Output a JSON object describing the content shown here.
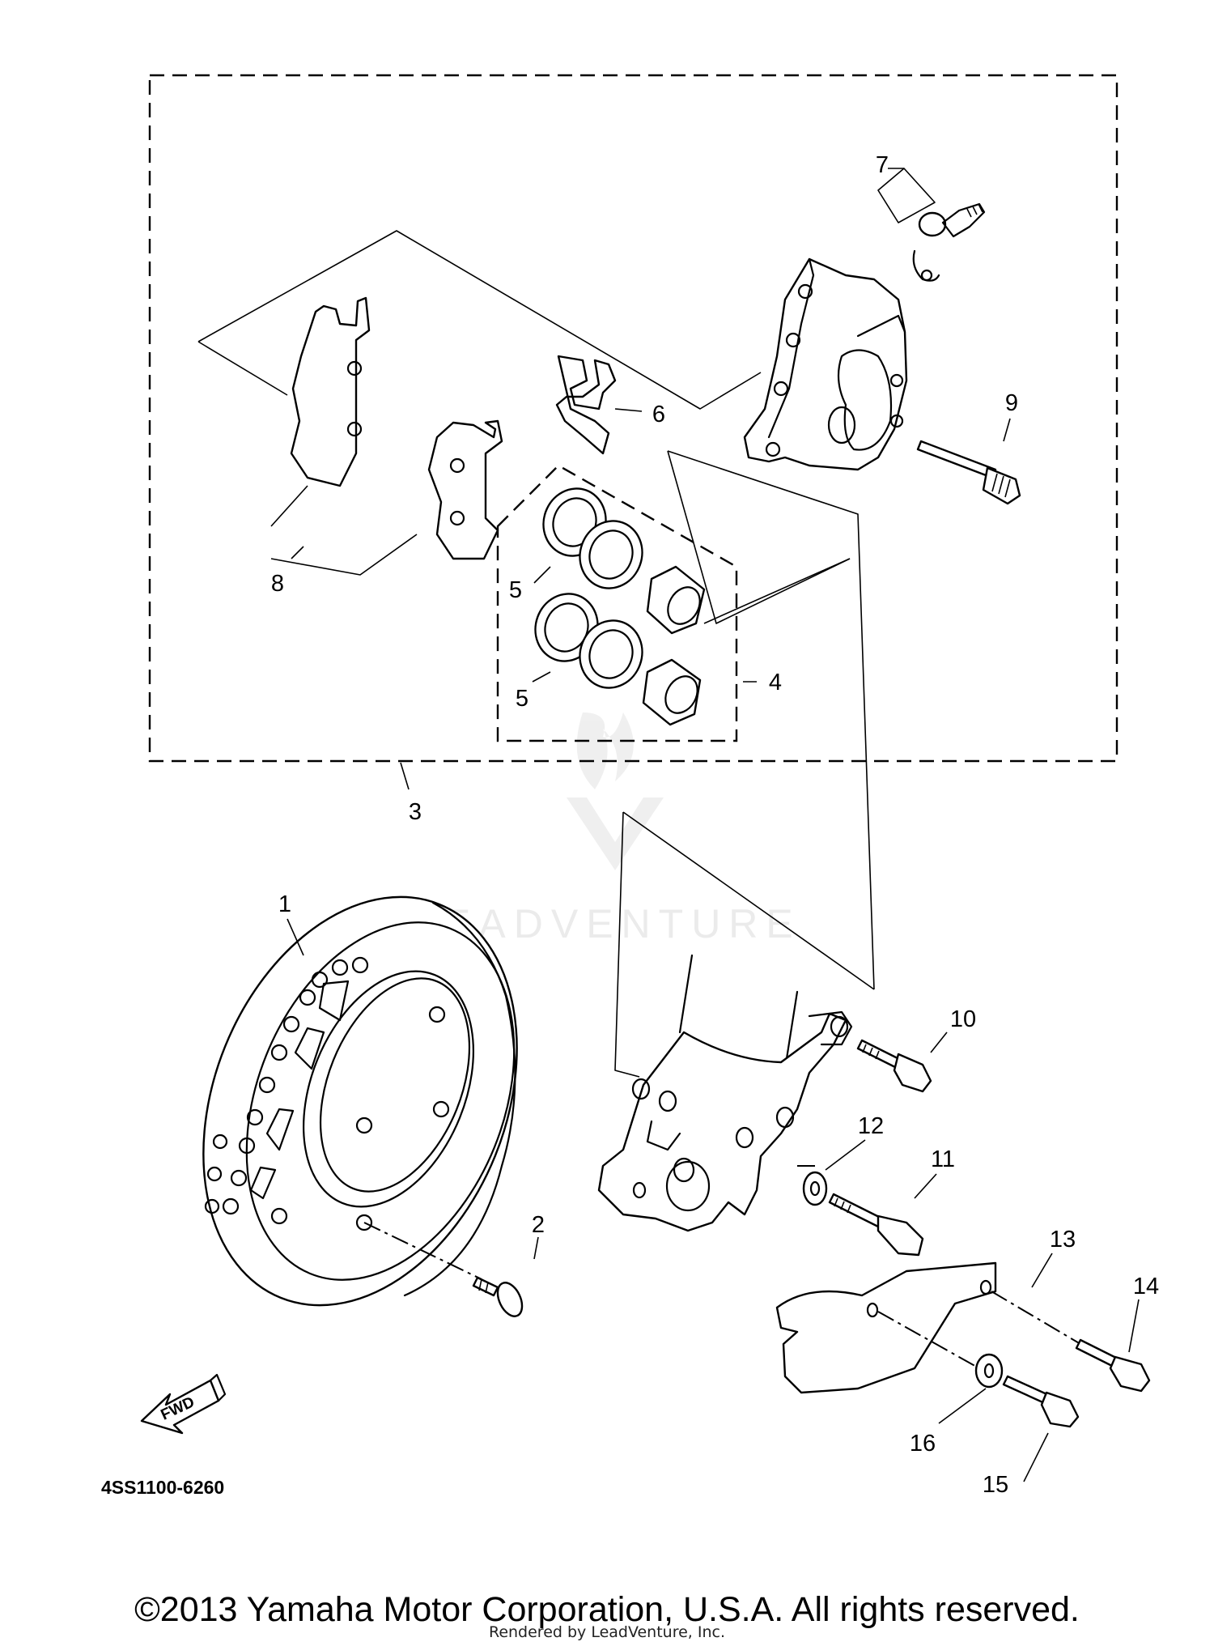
{
  "diagram": {
    "watermark": "LEADVENTURE",
    "part_code": "4SS1100-6260",
    "direction_badge": "FWD",
    "callouts": [
      "1",
      "2",
      "3",
      "4",
      "5",
      "5",
      "6",
      "7",
      "8",
      "9",
      "10",
      "11",
      "12",
      "13",
      "14",
      "15",
      "16"
    ]
  },
  "footer": {
    "copyright": "©2013 Yamaha Motor Corporation, U.S.A. All rights reserved.",
    "rendered_by": "Rendered by LeadVenture, Inc."
  }
}
